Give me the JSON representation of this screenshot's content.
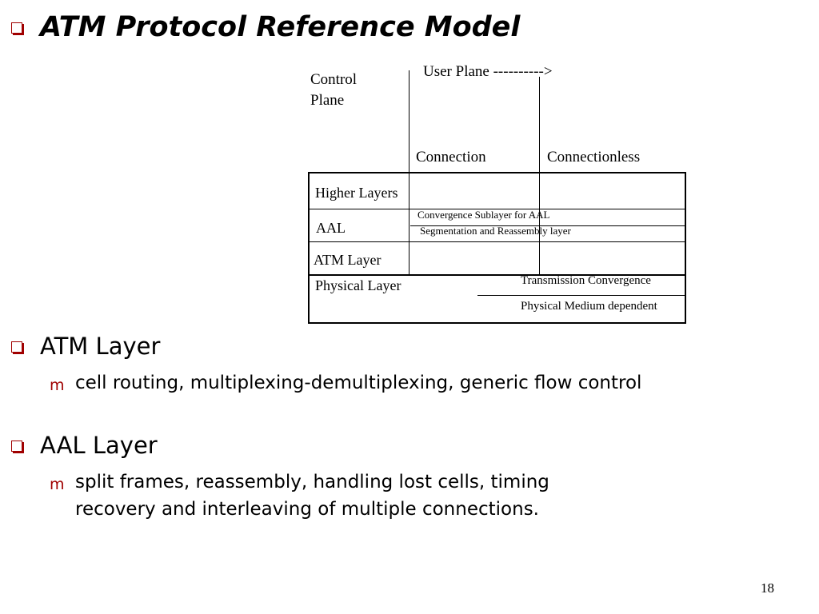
{
  "slide": {
    "title": "ATM Protocol Reference Model",
    "page_number": "18"
  },
  "diagram": {
    "control_plane_line1": "Control",
    "control_plane_line2": "Plane",
    "user_plane": "User Plane ---------->",
    "connection": "Connection",
    "connectionless": "Connectionless",
    "higher_layers": "Higher Layers",
    "aal": "AAL",
    "convergence_sublayer": "Convergence Sublayer for AAL",
    "sar_layer": "Segmentation and Reassembly layer",
    "atm_layer": "ATM Layer",
    "physical_layer": "Physical Layer",
    "transmission_convergence": "Transmission Convergence",
    "physical_medium": "Physical Medium dependent"
  },
  "bullets": [
    {
      "heading": "ATM Layer",
      "sub": "cell routing, multiplexing-demultiplexing, generic flow control"
    },
    {
      "heading": "AAL Layer",
      "sub": "split frames, reassembly, handling lost cells, timing recovery and interleaving of multiple connections."
    }
  ],
  "colors": {
    "bullet": "#a00000",
    "text": "#000000",
    "background": "#ffffff"
  },
  "icons": {
    "level1_bullet": "hollow-square-bullet",
    "level2_bullet": "m-shaped-bullet"
  }
}
